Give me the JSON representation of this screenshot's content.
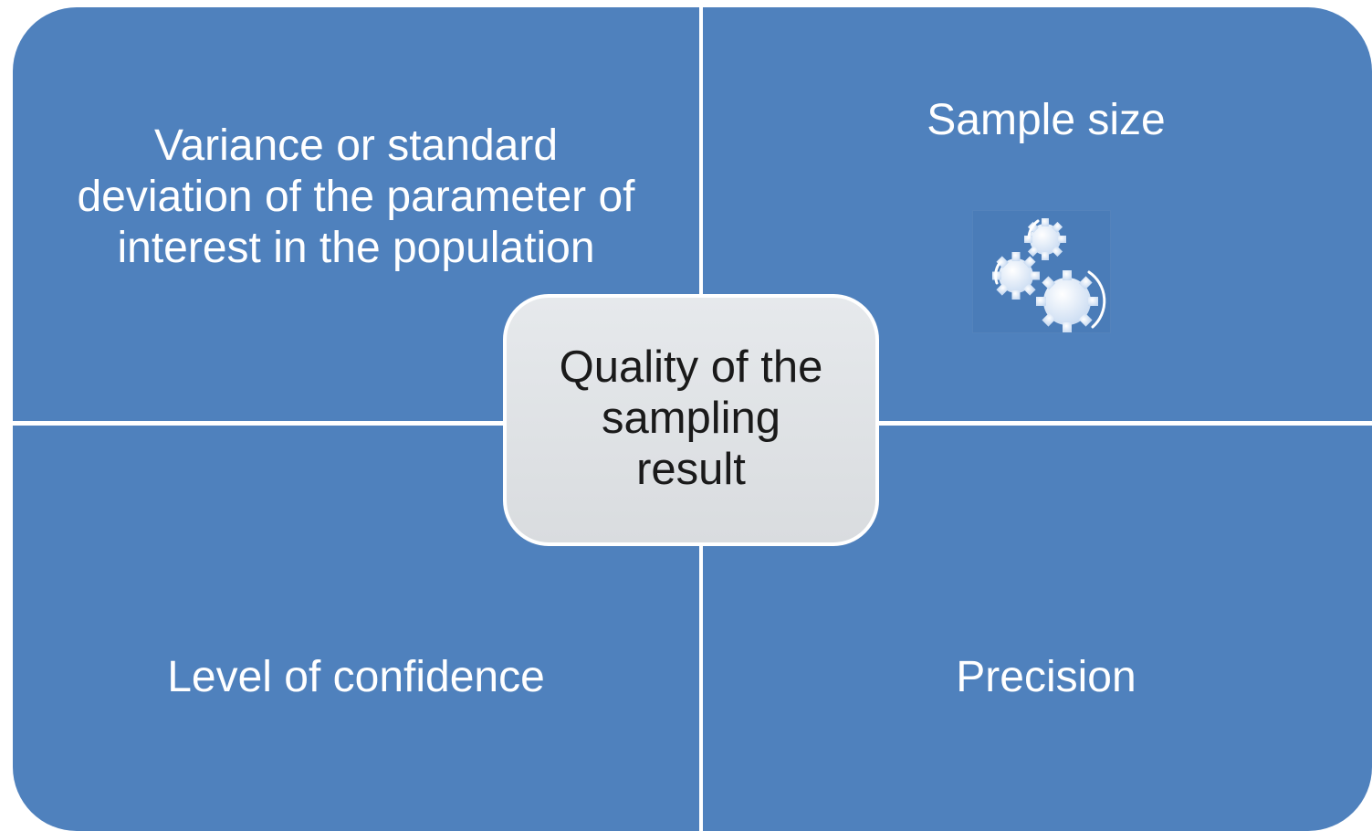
{
  "diagram": {
    "center": "Quality of the\nsampling\nresult",
    "top_left": "Variance or standard\ndeviation of the parameter of\ninterest in the population",
    "top_right": "Sample size",
    "bottom_left": "Level of confidence",
    "bottom_right": "Precision",
    "top_right_icon": "gears-icon",
    "colors": {
      "quadrant": "#4f81bd",
      "center": "#dfe2e5",
      "quadrant_text": "#ffffff",
      "center_text": "#1a1a1a"
    }
  }
}
